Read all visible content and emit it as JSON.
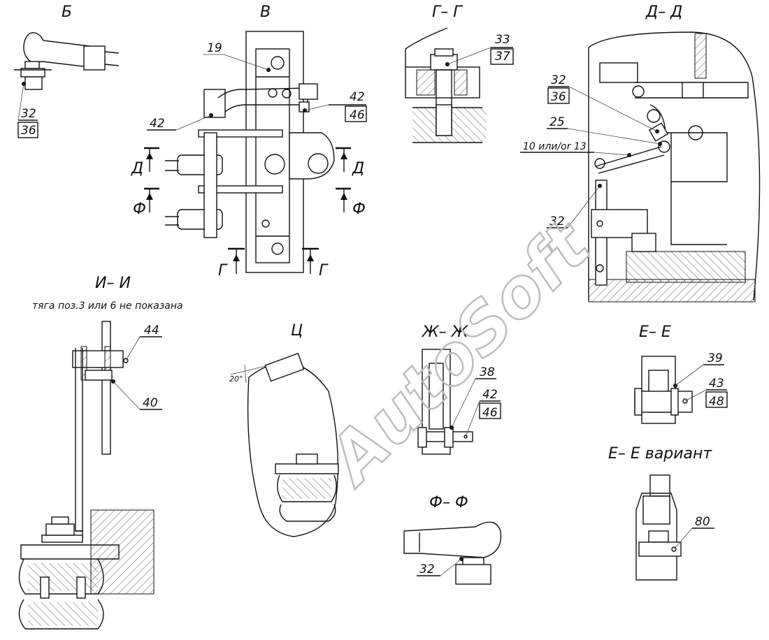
{
  "views": {
    "b": {
      "title": "Б",
      "callouts": [
        "32",
        "36"
      ]
    },
    "v": {
      "title": "В",
      "callouts": [
        "19",
        "42",
        "46",
        "42"
      ],
      "section_marks": [
        "Д",
        "Д",
        "Ф",
        "Ф",
        "Г",
        "Г"
      ]
    },
    "gg": {
      "title": "Г– Г",
      "callouts": [
        "33",
        "37"
      ]
    },
    "dd": {
      "title": "Д– Д",
      "callouts": [
        "32",
        "36",
        "25",
        "10 или/or 13",
        "32"
      ]
    },
    "ii": {
      "title": "И– И",
      "note": "тяга поз.3  или 6  не показана",
      "callouts": [
        "44",
        "40"
      ]
    },
    "ts": {
      "title": "Ц",
      "angle": "20°"
    },
    "zhzh": {
      "title": "Ж– Ж",
      "callouts": [
        "38",
        "42",
        "46"
      ]
    },
    "ee": {
      "title": "Е– Е",
      "callouts": [
        "39",
        "43",
        "48"
      ]
    },
    "ff": {
      "title": "Ф– Ф",
      "callouts": [
        "32"
      ]
    },
    "eev": {
      "title": "Е– Е  вариант",
      "callouts": [
        "80"
      ]
    }
  },
  "watermark": "AutoSoft"
}
